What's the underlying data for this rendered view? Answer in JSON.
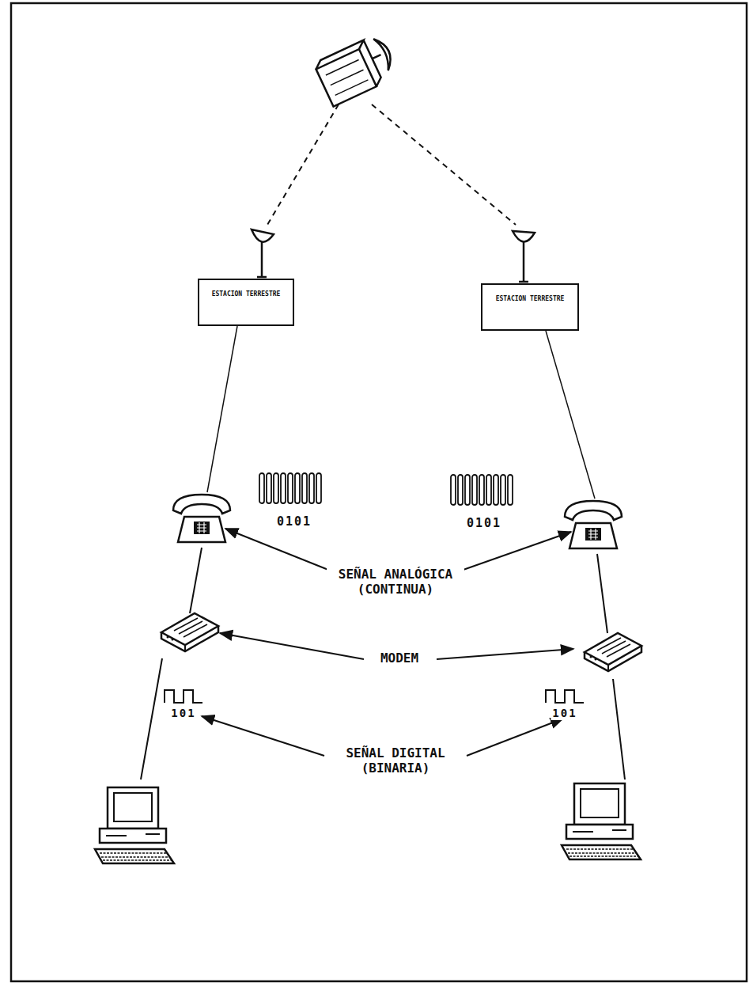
{
  "diagram": {
    "nodes": [
      {
        "text": [
          "ESTACION TERRESTRE"
        ]
      },
      {
        "text": [
          "ESTACION TERRESTRE"
        ]
      }
    ],
    "labels": [
      "0101",
      "0101",
      "SEÑAL ANALÓGICA (CONTINUA)",
      "MODEM",
      "101",
      "101",
      "SEÑAL DIGITAL (BINARIA)"
    ]
  }
}
